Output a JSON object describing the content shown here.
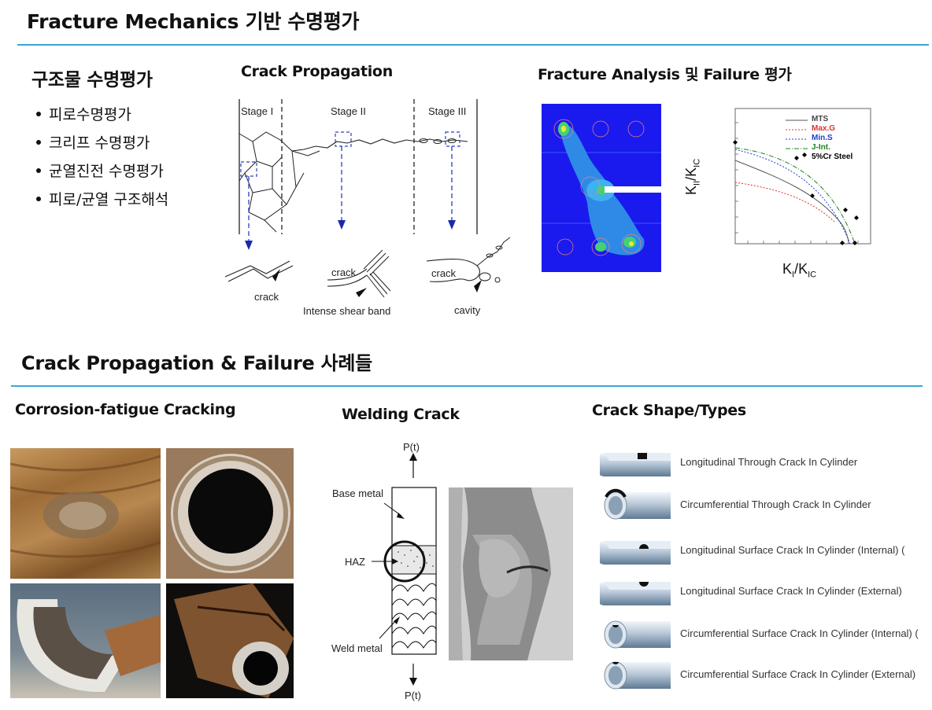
{
  "title": "Fracture Mechanics 기반 수명평가",
  "section1": {
    "heading": "구조물 수명평가",
    "items": [
      "피로수명평가",
      "크리프 수명평가",
      "균열진전 수명평가",
      "피로/균열 구조해석"
    ]
  },
  "crack_propagation": {
    "heading": "Crack Propagation",
    "stages": [
      "Stage I",
      "Stage II",
      "Stage III"
    ],
    "labels": {
      "crack1": "crack",
      "crack2": "crack",
      "crack3": "crack",
      "shear_band": "Intense shear band",
      "cavity": "cavity"
    }
  },
  "fracture_analysis": {
    "heading": "Fracture Analysis 및 Failure 평가",
    "legend": [
      "MTS",
      "Max.G",
      "Min.S",
      "J-Int.",
      "5%Cr Steel"
    ],
    "legend_colors": [
      "#444444",
      "#e03030",
      "#2040d0",
      "#208020",
      "#000000"
    ],
    "ylabel_main": "K",
    "ylabel_sub": "II",
    "ylabel_over": "/K",
    "ylabel_sub2": "IC",
    "xlabel_main": "K",
    "xlabel_sub": "I",
    "xlabel_over": "/K",
    "xlabel_sub2": "IC"
  },
  "section2": {
    "heading": "Crack Propagation & Failure 사례들"
  },
  "corrosion": {
    "heading": "Corrosion-fatigue Cracking"
  },
  "welding": {
    "heading": "Welding Crack",
    "p_top": "P(t)",
    "p_bottom": "P(t)",
    "base_metal": "Base metal",
    "haz": "HAZ",
    "weld_metal": "Weld metal"
  },
  "crack_types": {
    "heading": "Crack Shape/Types",
    "items": [
      "Longitudinal Through Crack In Cylinder",
      "Circumferential Through Crack In Cylinder",
      "Longitudinal Surface Crack In Cylinder (Internal) (",
      "Longitudinal Surface Crack In Cylinder (External)",
      "Circumferential Surface Crack In Cylinder (Internal) (",
      "Circumferential Surface Crack In Cylinder (External)"
    ]
  }
}
